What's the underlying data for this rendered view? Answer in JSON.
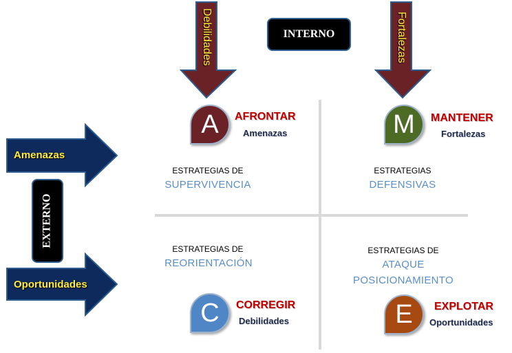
{
  "colors": {
    "arrow_vertical": "#6b2226",
    "arrow_horizontal": "#0e2a5c",
    "divider": "#d9d9d9",
    "strategy_text": "#5b8ec7",
    "title_red": "#c00000",
    "badge_A": "#6b2226",
    "badge_M": "#4e6b26",
    "badge_C": "#4f86c6",
    "badge_E": "#a64a12"
  },
  "arrows": {
    "debilidades": "Debilidades",
    "fortalezas": "Fortalezas",
    "amenazas": "Amenazas",
    "oportunidades": "Oportunidades"
  },
  "boxes": {
    "interno": "INTERNO",
    "externo": "EXTERNO"
  },
  "quadrants": {
    "top_left": {
      "badge_letter": "A",
      "title": "AFRONTAR",
      "subtitle": "Amenazas",
      "strategy_label": "ESTRATEGIAS DE",
      "strategy_name": "SUPERVIVENCIA"
    },
    "top_right": {
      "badge_letter": "M",
      "title": "MANTENER",
      "subtitle": "Fortalezas",
      "strategy_label": "ESTRATEGIAS",
      "strategy_name": "DEFENSIVAS"
    },
    "bottom_left": {
      "badge_letter": "C",
      "title": "CORREGIR",
      "subtitle": "Debilidades",
      "strategy_label": "ESTRATEGIAS DE",
      "strategy_name": "REORIENTACIÓN"
    },
    "bottom_right": {
      "badge_letter": "E",
      "title": "EXPLOTAR",
      "subtitle": "Oportunidades",
      "strategy_label": "ESTRATEGIAS DE",
      "strategy_name_line1": "ATAQUE",
      "strategy_name_line2": "POSICIONAMIENTO"
    }
  }
}
